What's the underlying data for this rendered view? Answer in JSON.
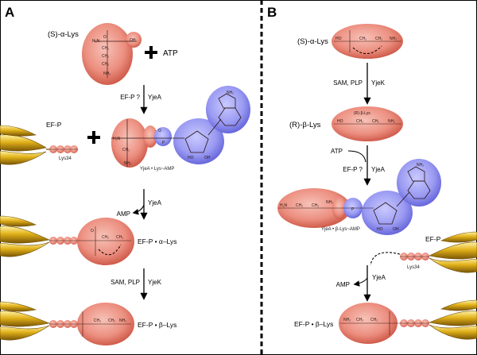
{
  "panels": {
    "left_letter": "A",
    "right_letter": "B"
  },
  "colors": {
    "substrate_red": "#e9887a",
    "substrate_red_dark": "#c4483a",
    "amp_blue": "#8d8ff0",
    "amp_blue_dark": "#5a5ad4",
    "protein_gold": "#d4a017",
    "divider": "#000000"
  },
  "left": {
    "lys_label": "(S)-α-Lys",
    "plus_symbol": "+",
    "atp_label": "ATP",
    "arrow1_left": "EF-P ?",
    "arrow1_right": "YjeA",
    "efp_label": "EF-P",
    "lys34_label": "Lys34",
    "plus_symbol2": "+",
    "intermediate_label": "YjeA • Lys~AMP",
    "arrow2_left": "AMP",
    "arrow2_right": "YjeA",
    "product1_label": "EF-P • α–Lys",
    "arrow3_left": "SAM, PLP",
    "arrow3_right": "YjeK",
    "product2_label": "EF-P • β–Lys"
  },
  "right": {
    "lys_label": "(S)-α-Lys",
    "arrow1_left": "SAM, PLP",
    "arrow1_right": "YjeK",
    "beta_lys_label": "(R)-β-Lys",
    "beta_lys_inner": "(R)-β-Lys",
    "atp_label": "ATP",
    "arrow2_left": "EF-P ?",
    "arrow2_right": "YjeA",
    "intermediate_label": "YjeA • β-Lys~AMP",
    "efp_label": "EF-P",
    "lys34_label": "Lys34",
    "arrow3_left": "AMP",
    "arrow3_right": "YjeA",
    "product_label": "EF-P • β–Lys"
  }
}
